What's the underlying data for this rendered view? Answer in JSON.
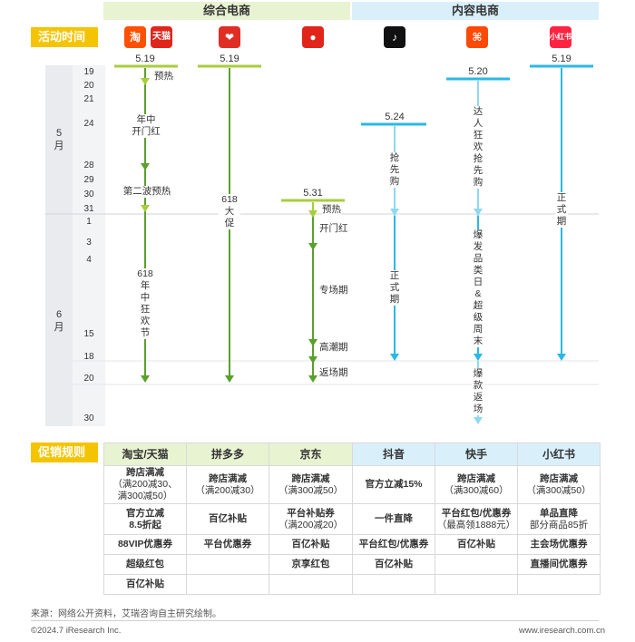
{
  "categories": {
    "comprehensive": "综合电商",
    "content": "内容电商"
  },
  "section_tags": {
    "activity_time": "活动时间",
    "promo_rules": "促销规则"
  },
  "logos": [
    {
      "name": "taobao",
      "glyph": "淘",
      "color": "#ff5000"
    },
    {
      "name": "tmall",
      "glyph": "天猫",
      "color": "#e1251b"
    },
    {
      "name": "pinduoduo",
      "glyph": "❤",
      "color": "#e02e24"
    },
    {
      "name": "jd",
      "glyph": "●",
      "color": "#e1251b"
    },
    {
      "name": "douyin",
      "glyph": "♪",
      "color": "#111111"
    },
    {
      "name": "kuaishou",
      "glyph": "⌘",
      "color": "#ff4906"
    },
    {
      "name": "xiaohongshu",
      "glyph": "小红书",
      "color": "#ff2442"
    }
  ],
  "months": {
    "may": "5\n月",
    "june": "6\n月"
  },
  "days": [
    "19",
    "20",
    "21",
    "24",
    "28",
    "29",
    "30",
    "31",
    "1",
    "3",
    "4",
    "15",
    "18",
    "20",
    "30"
  ],
  "timeline": {
    "taobao": {
      "start": "5.19",
      "labels": [
        "预热",
        "年中\n开门红",
        "第二波预热",
        "618\n年\n中\n狂\n欢\n节"
      ]
    },
    "pdd": {
      "start": "5.19",
      "label": "618\n大\n促"
    },
    "jd": {
      "start": "5.31",
      "labels": [
        "预热",
        "开门红",
        "专场期",
        "高潮期",
        "返场期"
      ]
    },
    "douyin": {
      "start": "5.24",
      "labels": [
        "抢\n先\n购",
        "正\n式\n期"
      ]
    },
    "kuaishou": {
      "start": "5.20",
      "labels": [
        "达\n人\n狂\n欢\n抢\n先\n购",
        "爆\n发\n品\n类\n日\n&\n超\n级\n周\n末",
        "爆\n款\n返\n场"
      ]
    },
    "xhs": {
      "start": "5.19",
      "label": "正\n式\n期"
    }
  },
  "promo_table": {
    "headers": [
      "淘宝/天猫",
      "拼多多",
      "京东",
      "抖音",
      "快手",
      "小红书"
    ],
    "rows": [
      [
        [
          "跨店满减",
          "（满200减30、\n满300减50）"
        ],
        [
          "跨店满减",
          "（满200减30）"
        ],
        [
          "跨店满减",
          "（满300减50）"
        ],
        [
          "官方立减15%",
          ""
        ],
        [
          "跨店满减",
          "（满300减60）"
        ],
        [
          "跨店满减",
          "（满300减50）"
        ]
      ],
      [
        [
          "官方立减\n8.5折起",
          ""
        ],
        [
          "百亿补贴",
          ""
        ],
        [
          "平台补贴券",
          "（满200减20）"
        ],
        [
          "一件直降",
          ""
        ],
        [
          "平台红包/优惠券",
          "（最高领1888元）"
        ],
        [
          "单品直降",
          "部分商品85折"
        ]
      ],
      [
        [
          "88VIP优惠券",
          ""
        ],
        [
          "平台优惠券",
          ""
        ],
        [
          "百亿补贴",
          ""
        ],
        [
          "平台红包/优惠券",
          ""
        ],
        [
          "百亿补贴",
          ""
        ],
        [
          "主会场优惠券",
          ""
        ]
      ],
      [
        [
          "超级红包",
          ""
        ],
        [
          "",
          ""
        ],
        [
          "京享红包",
          ""
        ],
        [
          "百亿补贴",
          ""
        ],
        [
          "",
          ""
        ],
        [
          "直播间优惠券",
          ""
        ]
      ],
      [
        [
          "百亿补贴",
          ""
        ],
        [
          "",
          ""
        ],
        [
          "",
          ""
        ],
        [
          "",
          ""
        ],
        [
          "",
          ""
        ],
        [
          "",
          ""
        ]
      ]
    ]
  },
  "footer": {
    "source": "来源：网络公开资料，艾瑞咨询自主研究绘制。",
    "copyright": "©2024.7 iResearch Inc.",
    "site": "www.iresearch.com.cn"
  },
  "colors": {
    "green": "#7cc033",
    "green_dark": "#5aa02c",
    "green_light": "#c4dc6a",
    "blue": "#2ab8e6",
    "blue_light": "#8fd8f0",
    "yellow": "#f5c400"
  }
}
